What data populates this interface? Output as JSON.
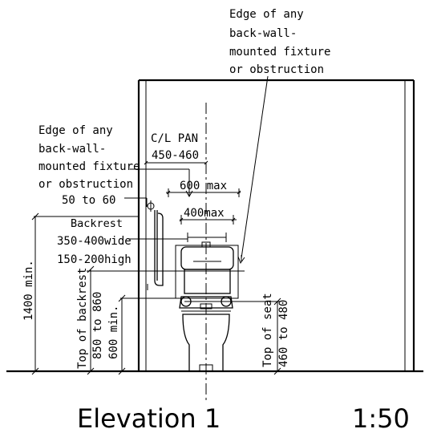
{
  "labels": {
    "edge_right": [
      "Edge of any",
      "back-wall-",
      "mounted fixture",
      "or obstruction"
    ],
    "edge_left": [
      "Edge of any",
      "back-wall-",
      "mounted fixture",
      "or obstruction"
    ],
    "cl_pan": "C/L PAN",
    "dim_450_460": "450-460",
    "dim_600_max": "600 max",
    "dim_50_60": "50 to 60",
    "dim_400_max": "400max",
    "backrest": "Backrest",
    "backrest_width": "350-400wide",
    "backrest_height": "150-200high",
    "dim_1400_min": "1400 min.",
    "top_of_backrest": "Top of backrest",
    "dim_850_860": "850 to 860",
    "dim_600_min": "600 min.",
    "top_of_seat": "Top of seat",
    "dim_460_480": "460 to 480"
  },
  "footer": {
    "title": "Elevation 1",
    "scale": "1:50"
  }
}
